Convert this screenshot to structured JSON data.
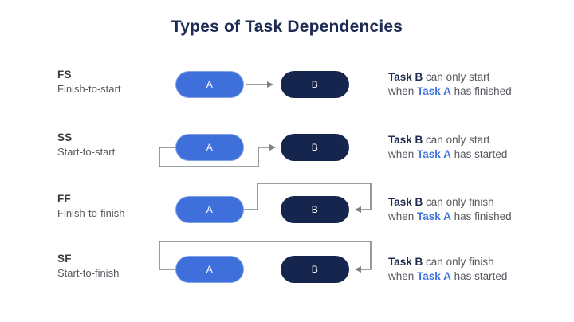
{
  "title": "Types of Task Dependencies",
  "colors": {
    "title_text": "#1d2b52",
    "task_a_fill": "#3e6fdb",
    "task_b_fill": "#15254d",
    "pill_text": "#ffffff",
    "arrow": "#7d8187",
    "acronym_text": "#3a3d42",
    "body_text": "#55595f",
    "task_b_text": "#1f2d50",
    "task_a_text": "#3f72de",
    "background": "#ffffff"
  },
  "rows": [
    {
      "acronym": "FS",
      "name": "Finish-to-start",
      "task_a": "A",
      "task_b": "B",
      "arrow_type": "finish-to-start",
      "desc": {
        "task_b": "Task B",
        "line1_rest": "can only start",
        "when": "when",
        "task_a": "Task A",
        "line2_rest": "has finished"
      }
    },
    {
      "acronym": "SS",
      "name": "Start-to-start",
      "task_a": "A",
      "task_b": "B",
      "arrow_type": "start-to-start",
      "desc": {
        "task_b": "Task B",
        "line1_rest": "can only start",
        "when": "when",
        "task_a": "Task A",
        "line2_rest": "has started"
      }
    },
    {
      "acronym": "FF",
      "name": "Finish-to-finish",
      "task_a": "A",
      "task_b": "B",
      "arrow_type": "finish-to-finish",
      "desc": {
        "task_b": "Task B",
        "line1_rest": "can only finish",
        "when": "when",
        "task_a": "Task A",
        "line2_rest": "has finished"
      }
    },
    {
      "acronym": "SF",
      "name": "Start-to-finish",
      "task_a": "A",
      "task_b": "B",
      "arrow_type": "start-to-finish",
      "desc": {
        "task_b": "Task B",
        "line1_rest": "can only finish",
        "when": "when",
        "task_a": "Task A",
        "line2_rest": "has started"
      }
    }
  ]
}
